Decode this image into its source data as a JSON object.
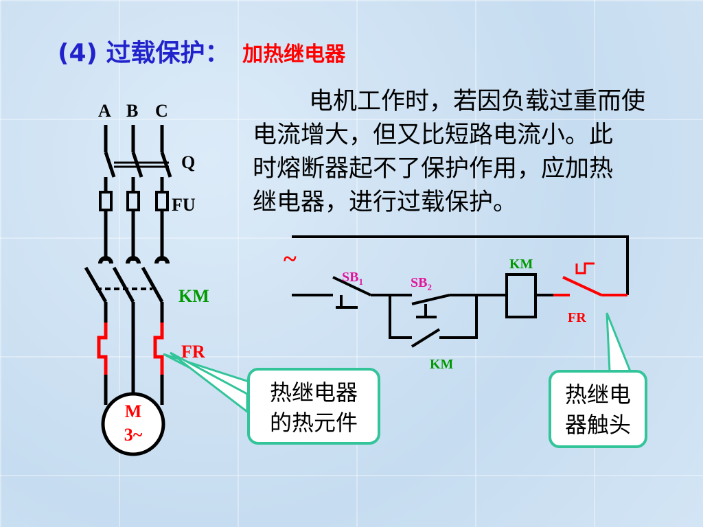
{
  "slide": {
    "title_prefix": "(4)",
    "title": "过载保护：",
    "title_sub": "加热继电器",
    "description_lines": [
      "电机工作时，若因负载过重而使",
      "电流增大，但又比短路电流小。此",
      "时熔断器起不了保护作用，应加热",
      "继电器，进行过载保护。"
    ]
  },
  "main_circuit": {
    "phase_a": "A",
    "phase_b": "B",
    "phase_c": "C",
    "switch": "Q",
    "fuse": "FU",
    "contactor": "KM",
    "thermal_relay": "FR",
    "motor_line1": "M",
    "motor_line2": "3~"
  },
  "control_circuit": {
    "supply": "~",
    "sb1": "SB",
    "sb1_sub": "1",
    "sb2": "SB",
    "sb2_sub": "2",
    "coil": "KM",
    "aux_contact": "KM",
    "fr_contact": "FR"
  },
  "callouts": {
    "heating_element": [
      "热继电器",
      "的热元件"
    ],
    "relay_contact": [
      "热继电",
      "器触头"
    ]
  },
  "colors": {
    "title": "#2222cc",
    "highlight": "#ff0000",
    "green_label": "#009900",
    "magenta_label": "#e0159a",
    "callout_border": "#33c49a"
  }
}
